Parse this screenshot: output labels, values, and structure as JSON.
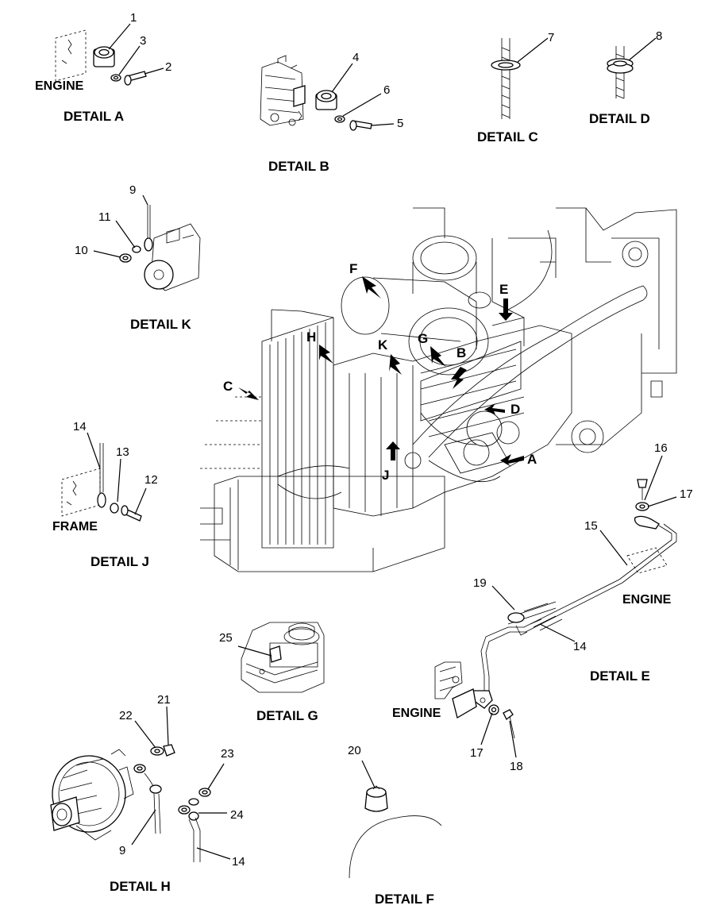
{
  "details": {
    "a": {
      "caption": "DETAIL A",
      "location": "ENGINE",
      "callouts": [
        "1",
        "2",
        "3"
      ]
    },
    "b": {
      "caption": "DETAIL B",
      "callouts": [
        "4",
        "5",
        "6"
      ]
    },
    "c": {
      "caption": "DETAIL C",
      "callouts": [
        "7"
      ]
    },
    "d": {
      "caption": "DETAIL D",
      "callouts": [
        "8"
      ]
    },
    "k": {
      "caption": "DETAIL K",
      "callouts": [
        "9",
        "10",
        "11"
      ]
    },
    "j": {
      "caption": "DETAIL J",
      "location": "FRAME",
      "callouts": [
        "12",
        "13",
        "14"
      ]
    },
    "e": {
      "caption": "DETAIL E",
      "location_top": "ENGINE",
      "location_bottom": "ENGINE",
      "callouts": [
        "14",
        "15",
        "16",
        "17",
        "17",
        "18",
        "19"
      ]
    },
    "g": {
      "caption": "DETAIL G",
      "callouts": [
        "25"
      ]
    },
    "h": {
      "caption": "DETAIL H",
      "callouts": [
        "21",
        "22",
        "23",
        "24",
        "9",
        "14"
      ]
    },
    "f": {
      "caption": "DETAIL F",
      "callouts": [
        "20"
      ]
    }
  },
  "main_view_pointers": [
    "A",
    "B",
    "C",
    "D",
    "E",
    "F",
    "G",
    "H",
    "J",
    "K"
  ]
}
